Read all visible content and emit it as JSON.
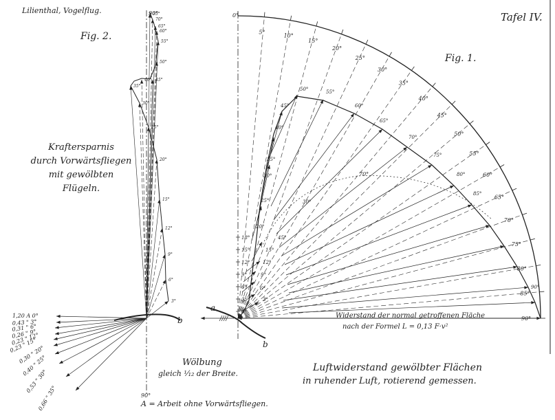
{
  "header": {
    "author": "Lilienthal, Vogelflug.",
    "plate": "Tafel IV."
  },
  "fig1": {
    "label": "Fig. 1.",
    "caption_line1": "Luftwiderstand gewölbter Flächen",
    "caption_line2": "in ruhender Luft, rotierend gemessen.",
    "baseline_note1": "Widerstand der normal getroffenen Fläche",
    "baseline_note2": "nach der Formel L = 0,13 F·v²",
    "point_a": "a",
    "point_b": "b",
    "arc_ticks": [
      "0°",
      "5°",
      "10°",
      "15°",
      "20°",
      "25°",
      "30°",
      "35°",
      "40°",
      "45°",
      "50°",
      "55°",
      "60°",
      "65°",
      "70°",
      "75°",
      "80°",
      "85°",
      "90°"
    ],
    "curve_labels": [
      "3°",
      "6°",
      "9°",
      "12°",
      "15°",
      "20°",
      "25°",
      "30°",
      "35°",
      "40°",
      "45°",
      "50°",
      "55°",
      "60°",
      "65°",
      "70°",
      "75°",
      "80°",
      "85°",
      "90°"
    ],
    "inner_labels": [
      "30°",
      "45°",
      "70°"
    ],
    "vertical_ticks": [
      "0°",
      "3°",
      "6°",
      "9°",
      "12°",
      "15°",
      "18°"
    ]
  },
  "fig2": {
    "label": "Fig. 2.",
    "title_lines": [
      "Kraftersparnis",
      "durch Vorwärtsfliegen",
      "mit gewölbten",
      "Flügeln."
    ],
    "note_wolbung": "Wölbung",
    "note_breite": "gleich ¹⁄₁₂ der Breite.",
    "arbeit_note": "A = Arbeit ohne Vorwärtsfliegen.",
    "bottom_label": "90°",
    "top_label": "90°",
    "point_b": "b",
    "left_table": [
      {
        "value": "1,20 A",
        "angle": "0°"
      },
      {
        "value": "0,43 \"",
        "angle": "3°"
      },
      {
        "value": "0,31 \"",
        "angle": "6°"
      },
      {
        "value": "0,26 \"",
        "angle": "9°"
      },
      {
        "value": "0,23 \"",
        "angle": "12°"
      },
      {
        "value": "0,23 \"",
        "angle": "15°"
      },
      {
        "value": "0,30 \"",
        "angle": "20°"
      },
      {
        "value": "0,40 \"",
        "angle": "25°"
      },
      {
        "value": "0,53 \"",
        "angle": "30°"
      },
      {
        "value": "0,66 \"",
        "angle": "35°"
      }
    ],
    "stem_labels": [
      "3°",
      "6°",
      "9°",
      "12°",
      "15°",
      "20°",
      "25°",
      "30°",
      "35°",
      "40°",
      "45°",
      "50°",
      "55°",
      "60°",
      "65°",
      "70°",
      "75°"
    ]
  }
}
